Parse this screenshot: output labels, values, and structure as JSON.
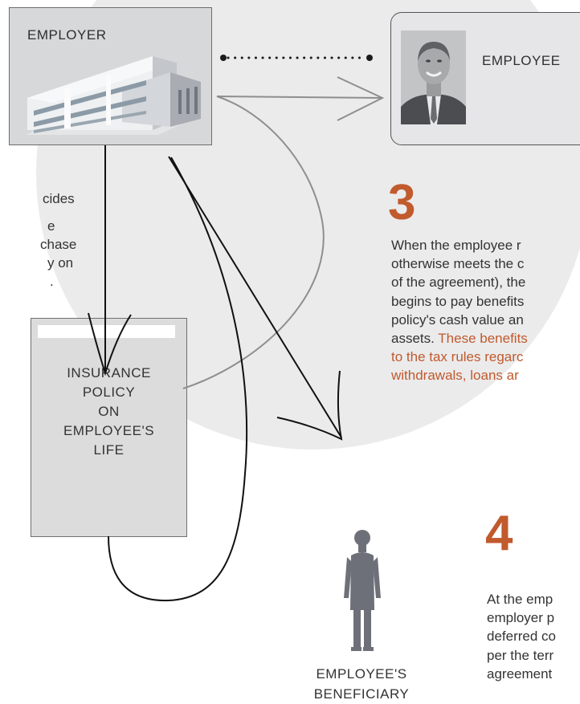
{
  "employer": {
    "label": "EMPLOYER"
  },
  "employee": {
    "label": "EMPLOYEE"
  },
  "policy": {
    "label": "INSURANCE\nPOLICY\nON\nEMPLOYEE'S\nLIFE"
  },
  "beneficiary": {
    "label": "EMPLOYEE'S\nBENEFICIARY"
  },
  "left_text": {
    "lines": [
      "cides",
      "e",
      "chase",
      "y on",
      "."
    ]
  },
  "step3": {
    "number": "3",
    "lines": [
      "When the employee r",
      "otherwise meets the c",
      "of the agreement), the",
      "begins to pay benefits",
      "policy's cash value an"
    ],
    "line6_plain": "assets. ",
    "line6_highlight": "These benefits",
    "highlight_lines": [
      "to the tax rules regarc",
      "withdrawals, loans ar"
    ]
  },
  "step4": {
    "number": "4",
    "lines": [
      "At the emp",
      "employer p",
      "deferred co",
      "per the terr",
      "agreement"
    ]
  },
  "colors": {
    "accent": "#c15a2c",
    "bg_circle": "#ebebec",
    "box_fill": "#d7d8da",
    "figure": "#6e7079"
  }
}
